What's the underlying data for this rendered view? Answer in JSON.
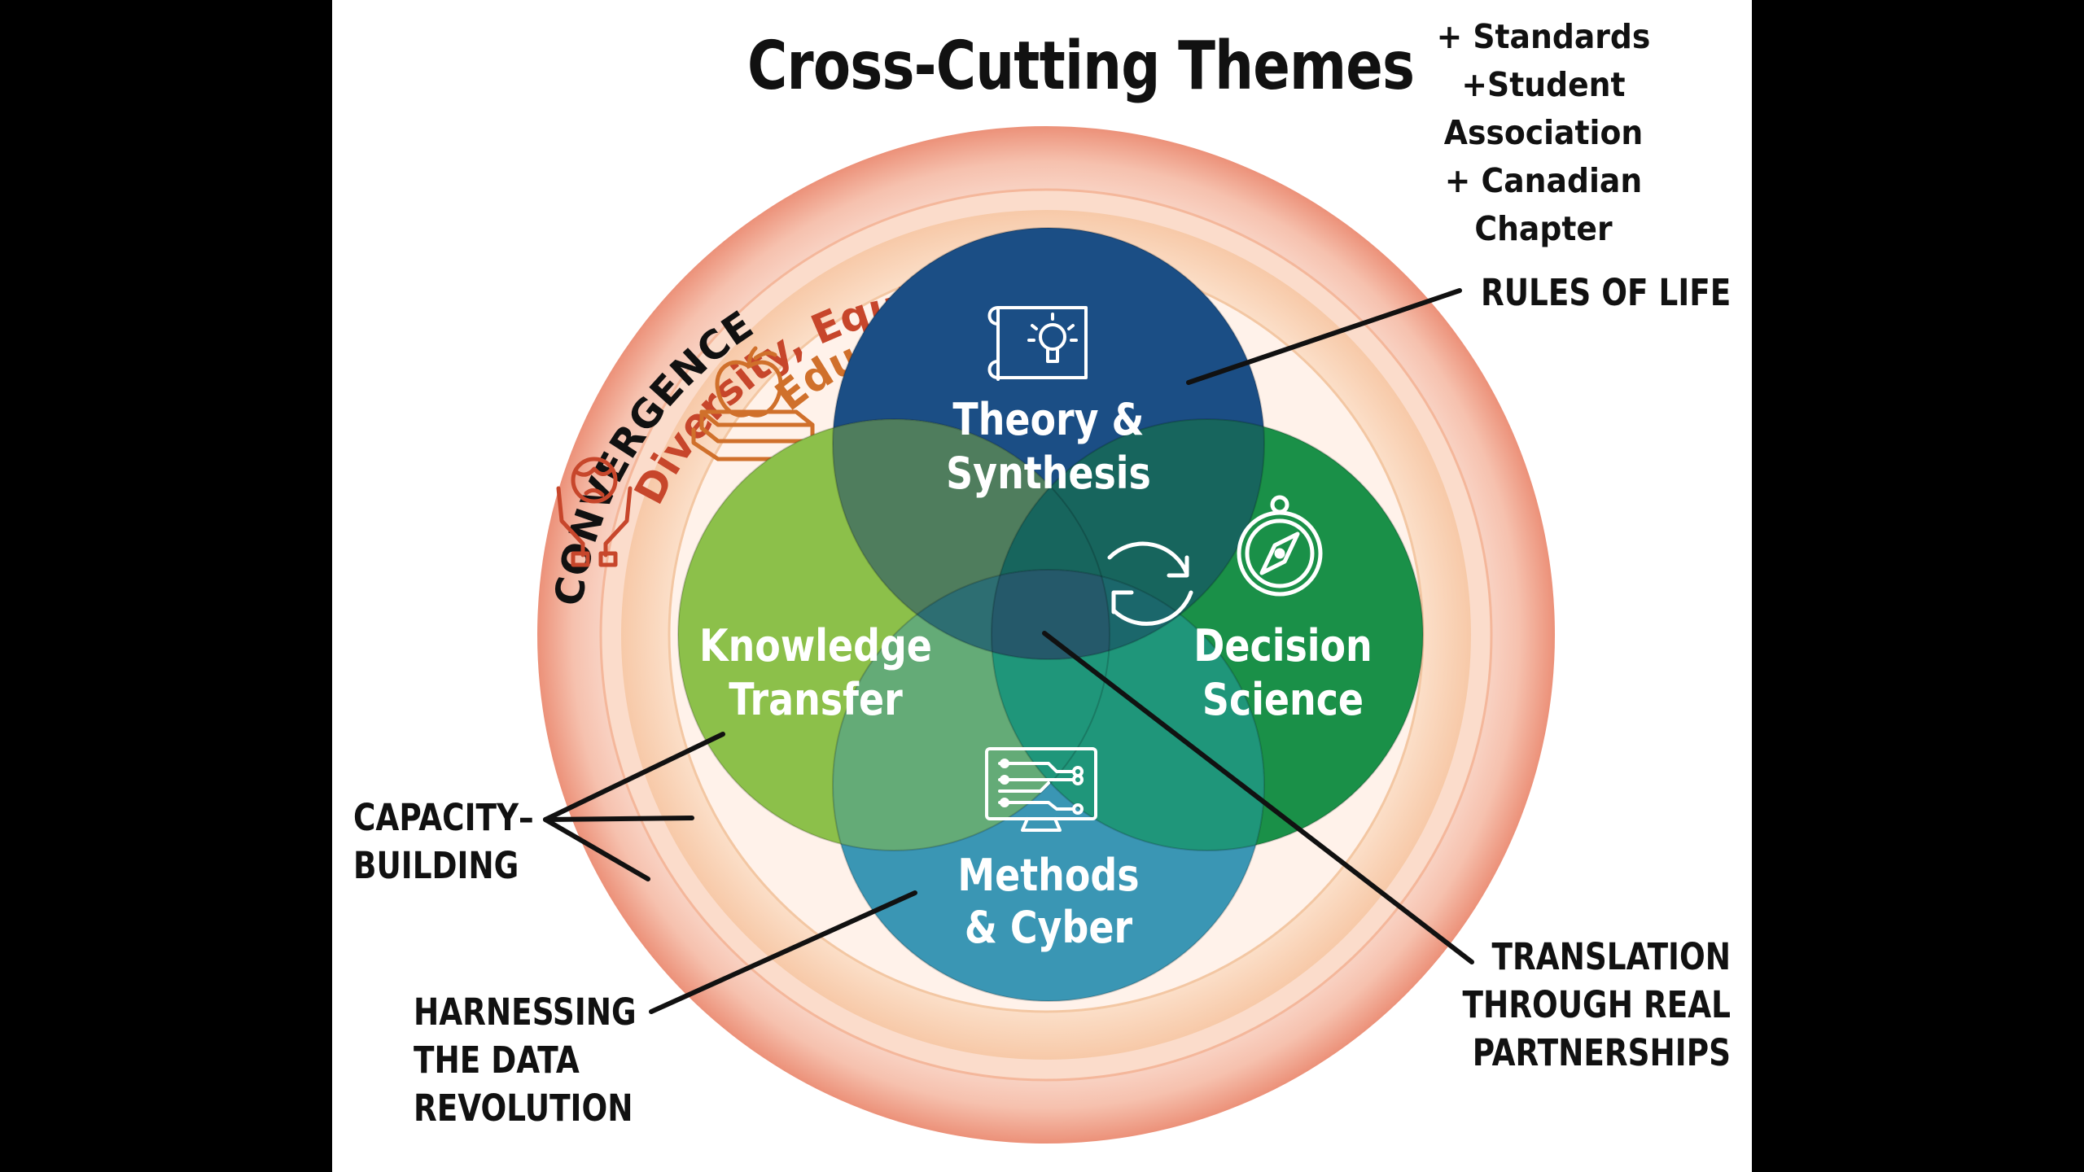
{
  "title": "Cross-Cutting Themes",
  "additions": [
    "+ Standards",
    "+Student Association",
    "+ Canadian Chapter"
  ],
  "rings": {
    "outer": "CONVERGENCE",
    "middle": "Diversity, Equity, & Inclusion",
    "inner": "Education"
  },
  "circles": [
    {
      "id": "theory",
      "line1": "Theory &",
      "line2": "Synthesis",
      "icon": "lightbulb-blueprint-icon",
      "color": "#1b4e85"
    },
    {
      "id": "knowledge",
      "line1": "Knowledge",
      "line2": "Transfer",
      "icon": "cycle-arrows-icon",
      "color": "#8cc04a"
    },
    {
      "id": "decision",
      "line1": "Decision",
      "line2": "Science",
      "icon": "compass-icon",
      "color": "#1a9048"
    },
    {
      "id": "methods",
      "line1": "Methods",
      "line2": "& Cyber",
      "icon": "monitor-circuit-icon",
      "color": "#3a96b4"
    }
  ],
  "callouts": {
    "rules_of_life": [
      "RULES OF LIFE"
    ],
    "capacity_building": [
      "CAPACITY–",
      "BUILDING"
    ],
    "harnessing": [
      "HARNESSING",
      "THE DATA",
      "REVOLUTION"
    ],
    "translation": [
      "TRANSLATION",
      "THROUGH REAL",
      "PARTNERSHIPS"
    ]
  },
  "colors": {
    "outer_ring": "#f4b3a1",
    "middle_ring": "#fbd9c8",
    "dei_text": "#c7462b",
    "education_text": "#d0702b",
    "convergence_text": "#111111"
  }
}
